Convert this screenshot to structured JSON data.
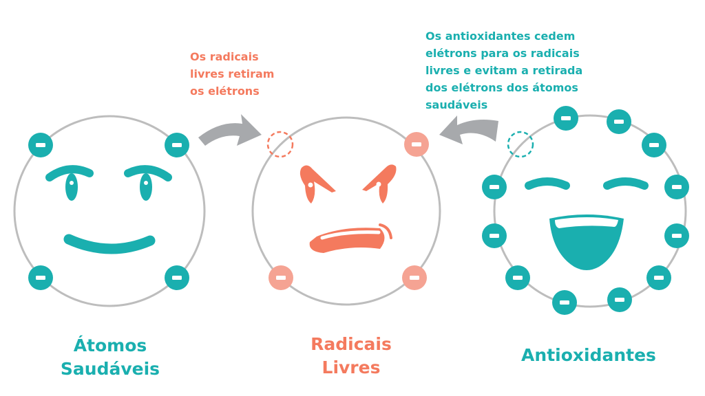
{
  "colors": {
    "teal": "#1AAFAF",
    "coral": "#F47A5E",
    "coral_light": "#F5A393",
    "gray": "#A7A9AC",
    "ring": "#BDBDBD"
  },
  "notes": {
    "radicals": [
      "Os radicais",
      "livres retiram",
      "os elétrons"
    ],
    "antioxidants": [
      "Os antioxidantes cedem",
      "elétrons para os radicais",
      "livres e evitam a retirada",
      "dos elétrons dos átomos",
      "saudáveis"
    ]
  },
  "labels": {
    "healthy": [
      "Átomos",
      "Saudáveis"
    ],
    "radicals": [
      "Radicais",
      "Livres"
    ],
    "antioxidants": "Antioxidantes"
  }
}
